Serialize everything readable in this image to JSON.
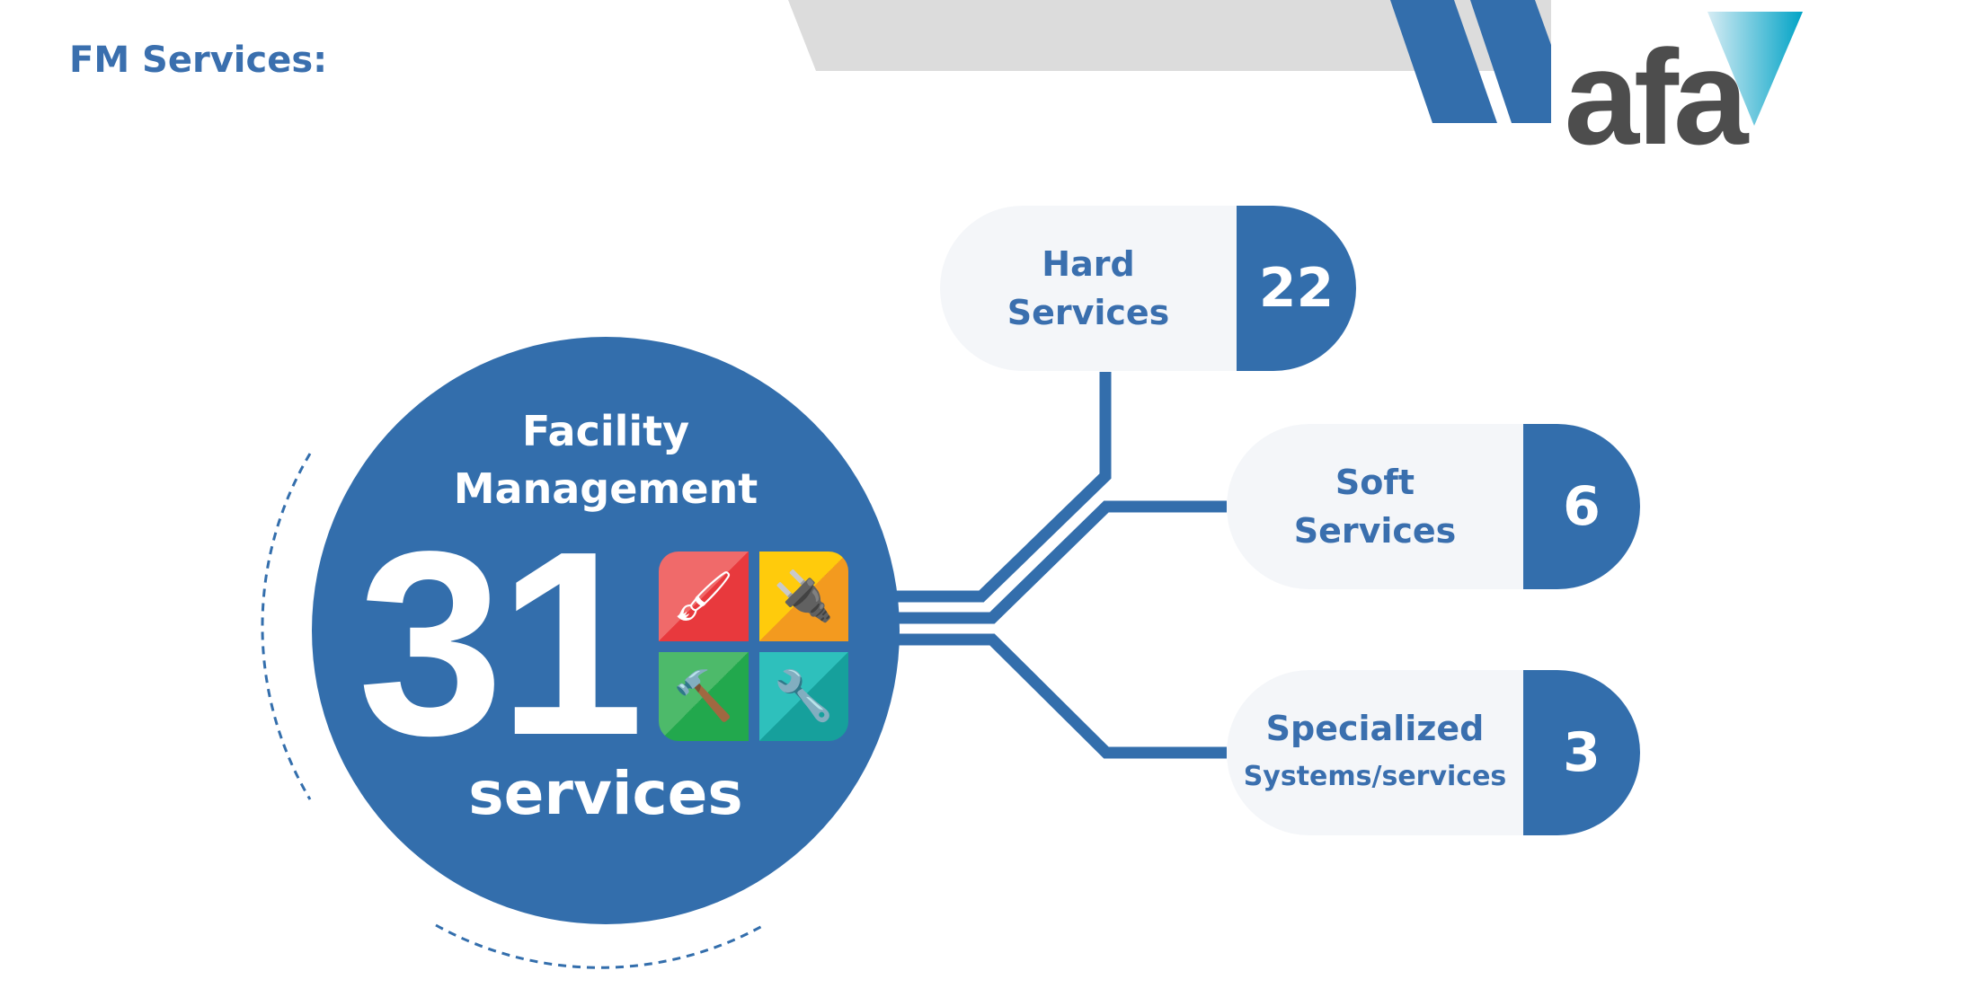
{
  "header": {
    "title": "FM Services:"
  },
  "logo": {
    "text": "afa"
  },
  "colors": {
    "primary": "#336EAC",
    "text_blue": "#3A6FAE",
    "pill_bg": "#F4F6F9",
    "logo_gray": "#4D4D4D",
    "logo_cyan": "#00A3C6"
  },
  "hub": {
    "line1": "Facility",
    "line2": "Management",
    "count": "31",
    "unit": "services",
    "icons": [
      "paint-roller-bucket-icon",
      "plug-screwdriver-icon",
      "hammer-nails-icon",
      "faucet-wrench-icon"
    ]
  },
  "categories": [
    {
      "line1": "Hard",
      "line2": "Services",
      "count": "22"
    },
    {
      "line1": "Soft",
      "line2": "Services",
      "count": "6"
    },
    {
      "line1": "Specialized",
      "line2": "Systems/services",
      "count": "3"
    }
  ]
}
